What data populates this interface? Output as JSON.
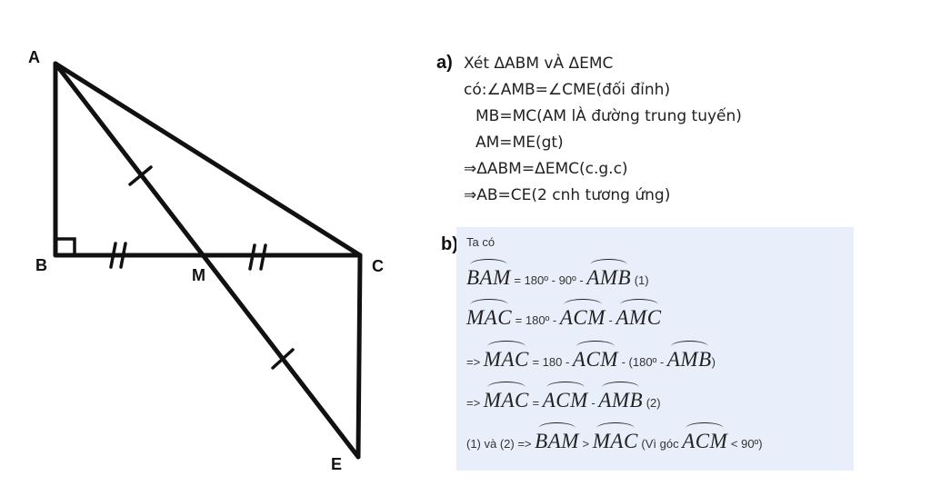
{
  "figure": {
    "points": {
      "A": "A",
      "B": "B",
      "C": "C",
      "M": "M",
      "E": "E"
    }
  },
  "part_a": {
    "marker": "a)",
    "lines": [
      "Xét ΔABM vÀ ΔEMC",
      "có:∠AMB=∠CME(đối đỉnh)",
      "MB=MC(AM lÀ đường trung tuyến)",
      "AM=ME(gt)",
      "⇒ΔABM=ΔEMC(c.g.c)",
      "⇒AB=CE(2 cnh tương ứng)"
    ]
  },
  "part_b": {
    "marker": "b)",
    "intro": "Ta có",
    "angles": {
      "BAM": "BAM",
      "AMB": "AMB",
      "MAC": "MAC",
      "ACM": "ACM",
      "AMC": "AMC"
    },
    "eq1": {
      "t1": " = 180º - 90º - ",
      "t2": " (1)"
    },
    "eq2": {
      "t1": " = 180º - ",
      "t2": " - "
    },
    "eq3": {
      "prefix": "=> ",
      "t1": " = 180 - ",
      "t2": " - (180º - ",
      "t3": ")"
    },
    "eq4": {
      "prefix": "=> ",
      "t1": " = ",
      "t2": " - ",
      "t3": " (2)"
    },
    "eq5": {
      "prefix": "(1) và (2) => ",
      "t1": " > ",
      "t2": " (Vì góc ",
      "t3": " < 90º)"
    }
  }
}
